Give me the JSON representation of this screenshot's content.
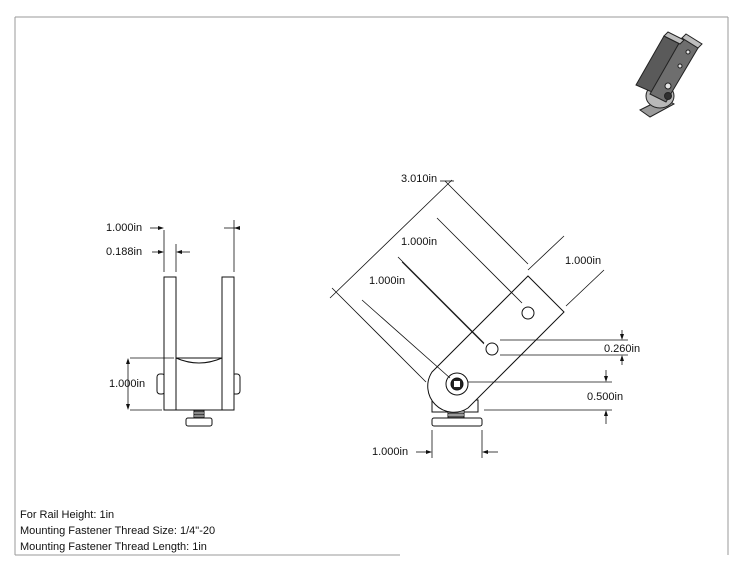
{
  "front_view": {
    "dims": {
      "overall_width": "1.000in",
      "plate_thickness": "0.188in",
      "rail_height": "1.000in"
    }
  },
  "side_view": {
    "dims": {
      "length": "3.010in",
      "hole_spacing_1": "1.000in",
      "hole_spacing_2": "1.000in",
      "width": "1.000in",
      "hole_offset": "0.260in",
      "pivot_height": "0.500in",
      "base_width": "1.000in"
    }
  },
  "notes": {
    "rail_height": "For Rail Height: 1in",
    "thread_size": "Mounting Fastener Thread Size: 1/4\"-20",
    "thread_length": "Mounting Fastener Thread Length: 1in"
  },
  "colors": {
    "line": "#111111",
    "part_fill": "#ffffff",
    "iso_dark": "#4a4a4a",
    "iso_mid": "#8a8a8a",
    "iso_light": "#c8c8c8"
  },
  "icons": {
    "iso_view": "isometric-part-render"
  }
}
